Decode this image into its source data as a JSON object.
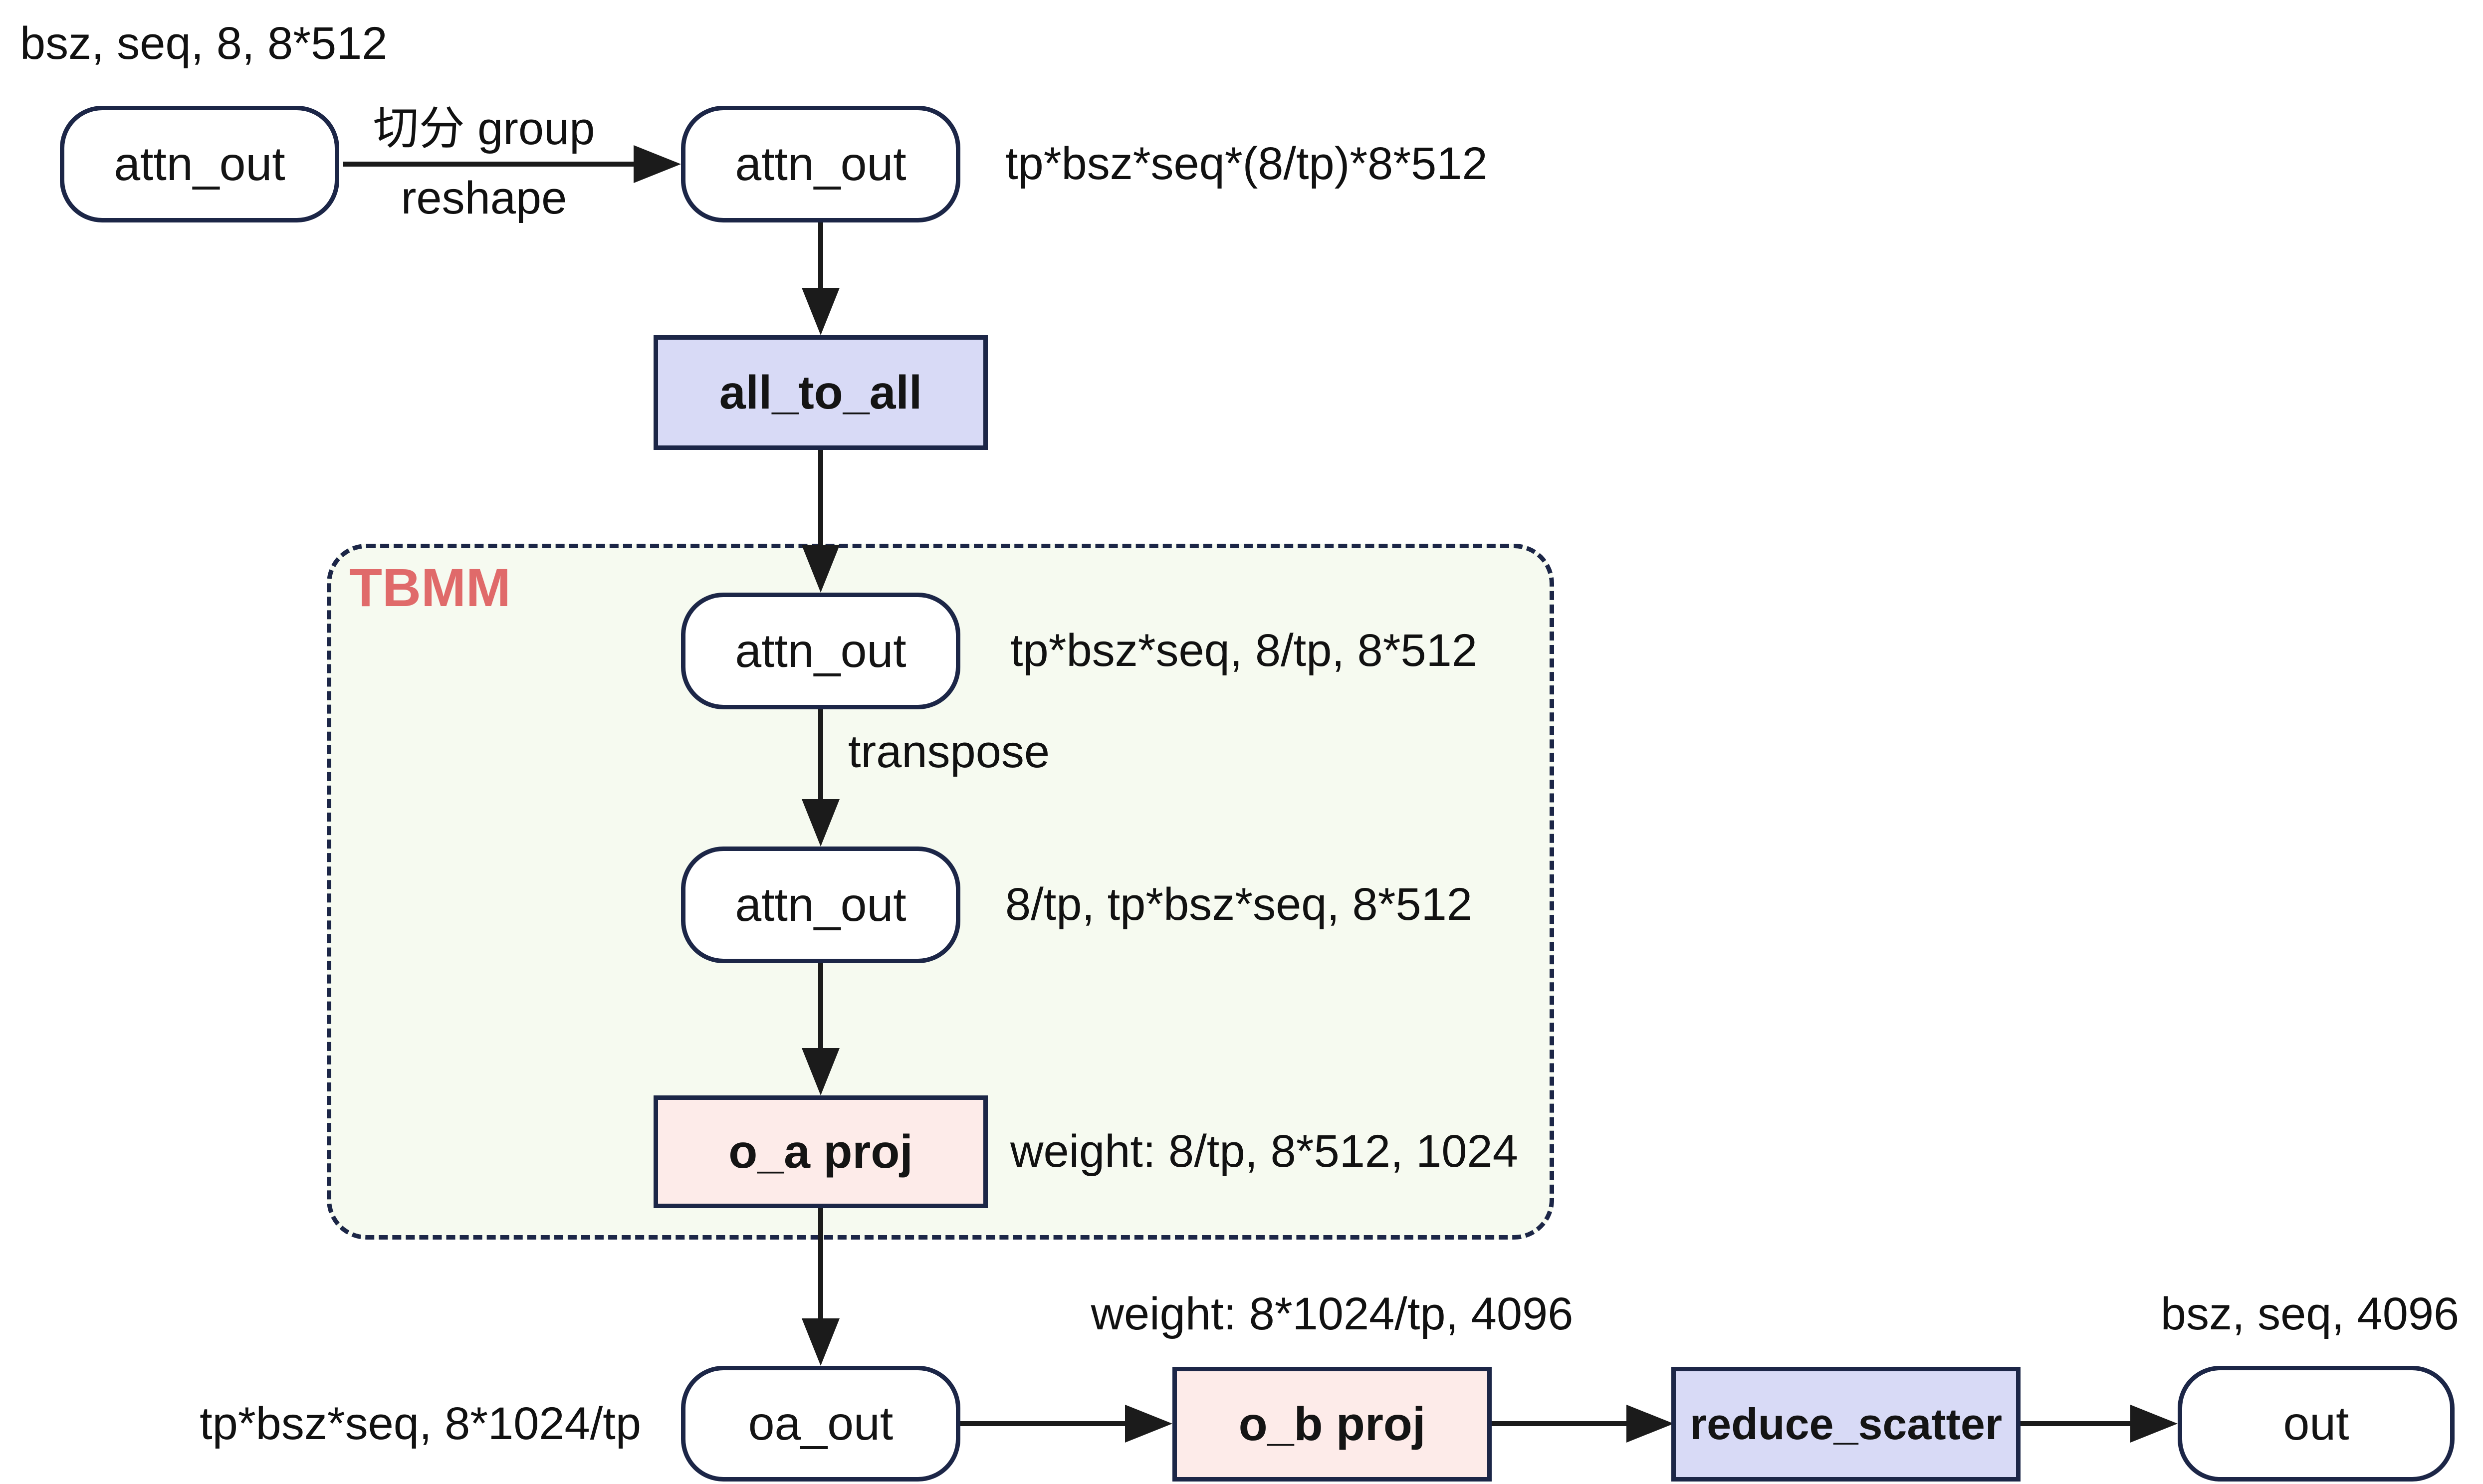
{
  "diagram": {
    "colors": {
      "background": "#ffffff",
      "node_border": "#1c2647",
      "comm_fill": "#d8daf6",
      "proj_fill": "#fdebe9",
      "group_fill": "#f6faf0",
      "group_label_color": "#e06a6a",
      "edge_color": "#1b1b1b",
      "text_color": "#111111"
    },
    "group": {
      "label": "TBMM"
    },
    "nodes": {
      "attn_out_1": "attn_out",
      "attn_out_2": "attn_out",
      "all_to_all": "all_to_all",
      "attn_out_3": "attn_out",
      "attn_out_4": "attn_out",
      "oa_proj": "o_a proj",
      "oa_out": "oa_out",
      "ob_proj": "o_b proj",
      "reduce_scatter": "reduce_scatter",
      "out": "out"
    },
    "edge_labels": {
      "split_group": "切分 group",
      "reshape": "reshape",
      "transpose": "transpose"
    },
    "annotations": {
      "input_shape": "bsz, seq, 8, 8*512",
      "attn_out_reshaped_shape": "tp*bsz*seq*(8/tp)*8*512",
      "attn_out_grouped_shape": "tp*bsz*seq, 8/tp, 8*512",
      "attn_out_transposed_shape": "8/tp, tp*bsz*seq, 8*512",
      "oa_weight": "weight: 8/tp, 8*512, 1024",
      "oa_out_shape": "tp*bsz*seq, 8*1024/tp",
      "ob_weight": "weight: 8*1024/tp, 4096",
      "out_shape": "bsz, seq, 4096"
    }
  }
}
